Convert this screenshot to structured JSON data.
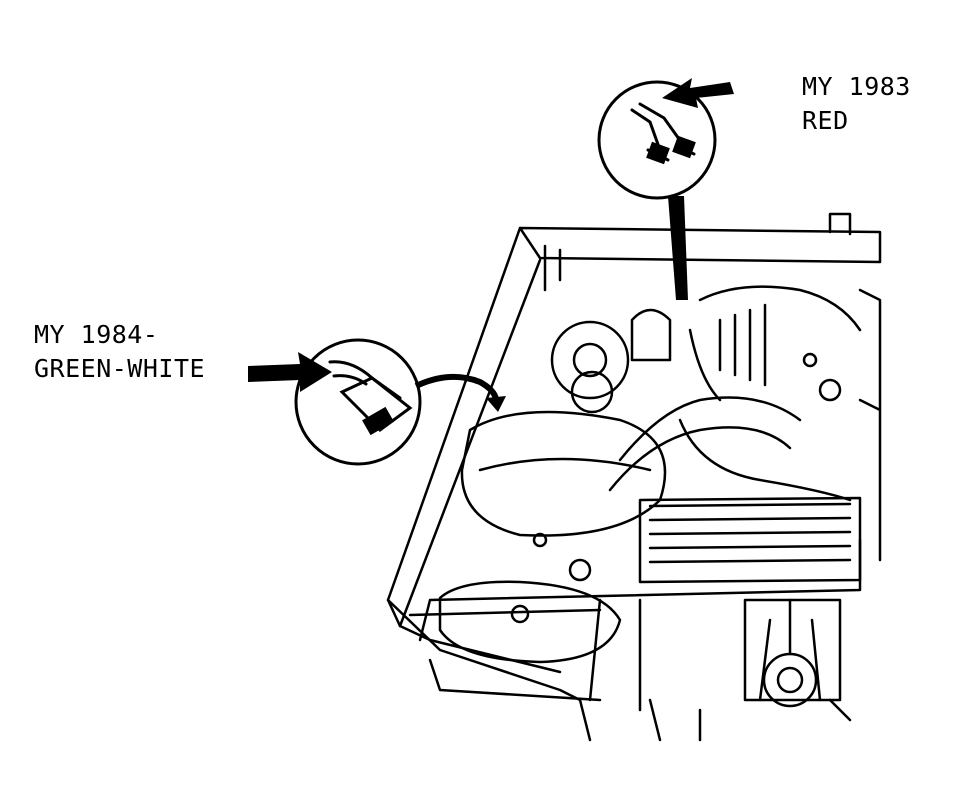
{
  "labels": {
    "my1983": {
      "line1": "MY 1983",
      "line2": "RED"
    },
    "my1984": {
      "line1": "MY 1984-",
      "line2": "GREEN-WHITE"
    }
  },
  "colors": {
    "ink": "#000000",
    "paper": "#ffffff"
  },
  "icons": [
    "arrow-icon",
    "connector-icon"
  ]
}
